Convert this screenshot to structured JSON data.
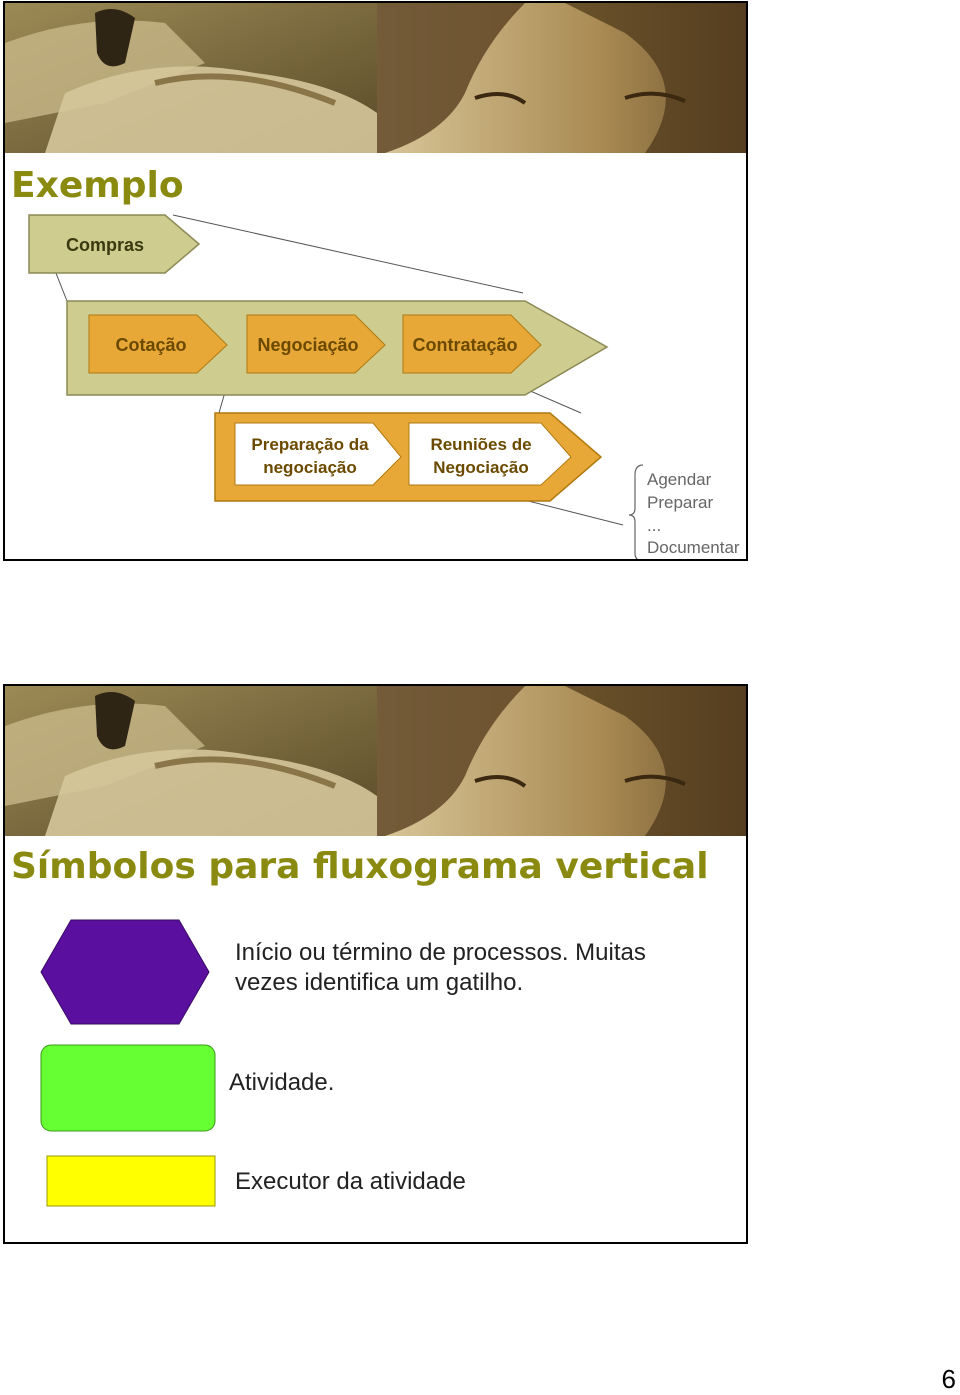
{
  "slide1": {
    "title": "Exemplo",
    "level1": "Compras",
    "level2": [
      "Cotação",
      "Negociação",
      "Contratação"
    ],
    "level3": [
      {
        "line1": "Preparação da",
        "line2": "negociação"
      },
      {
        "line1": "Reuniões de",
        "line2": "Negociação"
      }
    ],
    "tasks": [
      "Agendar",
      "Preparar",
      "...",
      "Documentar"
    ]
  },
  "slide2": {
    "title": "Símbolos para fluxograma vertical",
    "symbols": [
      {
        "shape": "hexagon",
        "color": "#5b0f9e",
        "line1": "Início ou término de processos. Muitas",
        "line2": "vezes identifica um gatilho."
      },
      {
        "shape": "rounded-rectangle",
        "color": "#66ff33",
        "line1": "Atividade."
      },
      {
        "shape": "rectangle",
        "color": "#ffff00",
        "line1": "Executor da atividade"
      }
    ]
  },
  "page_number": "6",
  "colors": {
    "title": "#8a8a10",
    "compras_fill": "#cfcc8f",
    "orange_fill": "#e8a837",
    "orange_text": "#6b4a00",
    "olive_text": "#3a3a10"
  }
}
